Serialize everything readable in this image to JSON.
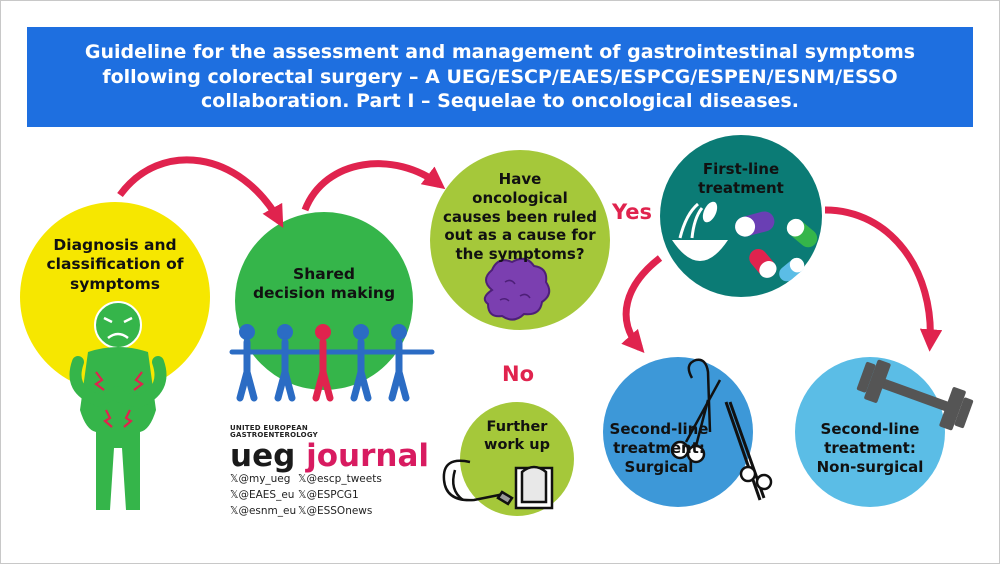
{
  "title": {
    "line1": "Guideline for the assessment and management of gastrointestinal symptoms",
    "line2": "following colorectal surgery – A UEG/ESCP/EAES/ESPCG/ESPEN/ESNM/ESSO",
    "line3": "collaboration. Part I – Sequelae to oncological diseases."
  },
  "nodes": {
    "diagnosis": [
      "Diagnosis and",
      "classification of",
      "symptoms"
    ],
    "shared": [
      "Shared",
      "decision making"
    ],
    "question": [
      "Have",
      "oncological",
      "causes been ruled",
      "out as a cause for",
      "the symptoms?"
    ],
    "first_line": [
      "First-line",
      "treatment"
    ],
    "further": [
      "Further",
      "work up"
    ],
    "second_surgical": [
      "Second-line",
      "treatment:",
      "Surgical"
    ],
    "second_nonsurgical": [
      "Second-line",
      "treatment:",
      "Non-surgical"
    ]
  },
  "branches": {
    "yes": "Yes",
    "no": "No"
  },
  "logo": {
    "small_line1": "UNITED EUROPEAN",
    "small_line2": "GASTROENTEROLOGY",
    "word1": "ueg",
    "word2": "journal"
  },
  "handles": [
    "𝕏@my_ueg",
    "𝕏@escp_tweets",
    "𝕏@EAES_eu",
    "𝕏@ESPCG1",
    "𝕏@esnm_eu",
    "𝕏@ESSOnews"
  ],
  "colors": {
    "title_bg": "#1e6fe0",
    "diagnosis": "#f6e700",
    "shared": "#35b54a",
    "question": "#a5c83a",
    "first_line": "#0b7b75",
    "further": "#a5c83a",
    "surgical": "#3d98d8",
    "nonsurgical": "#5bbde6",
    "arrow": "#e0234e"
  }
}
